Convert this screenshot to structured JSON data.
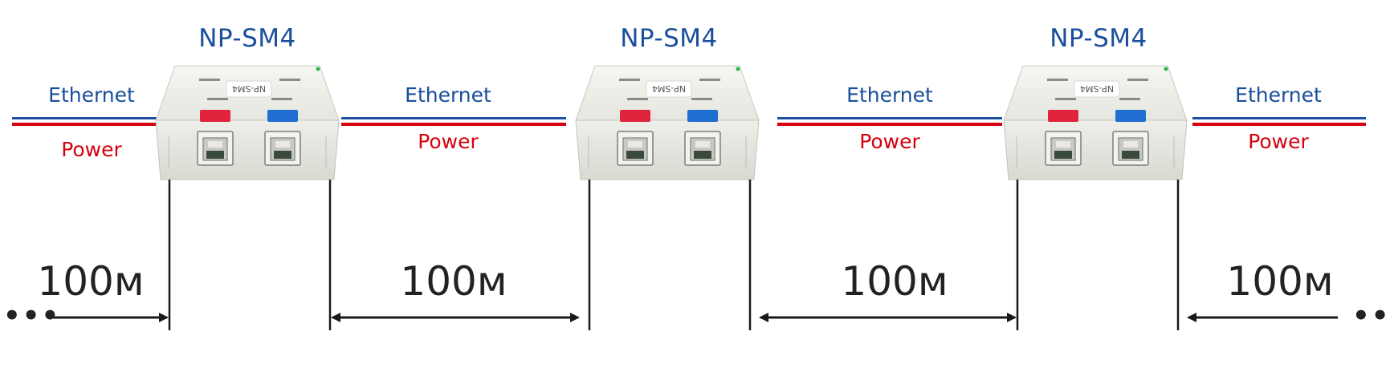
{
  "devices": [
    {
      "title": "NP-SM4",
      "port_red": "#e0243c",
      "port_blue": "#1f6fd0"
    },
    {
      "title": "NP-SM4",
      "port_red": "#e0243c",
      "port_blue": "#1f6fd0"
    },
    {
      "title": "NP-SM4",
      "port_red": "#e0243c",
      "port_blue": "#1f6fd0"
    }
  ],
  "device_label_print": "NP-SM4",
  "cable_segments": [
    {
      "ethernet": "Ethernet",
      "power": "Power"
    },
    {
      "ethernet": "Ethernet",
      "power": "Power"
    },
    {
      "ethernet": "Ethernet",
      "power": "Power"
    },
    {
      "ethernet": "Ethernet",
      "power": "Power"
    }
  ],
  "distances": [
    "100м",
    "100м",
    "100м",
    "100м"
  ],
  "continuation": {
    "left": "•••",
    "right": "•••"
  },
  "colors": {
    "ethernet_wire": "#1f4fa0",
    "power_wire": "#d7000f",
    "title_text": "#1a4f9c",
    "power_text": "#d7000f",
    "dimension_line": "#1a1a1a"
  }
}
